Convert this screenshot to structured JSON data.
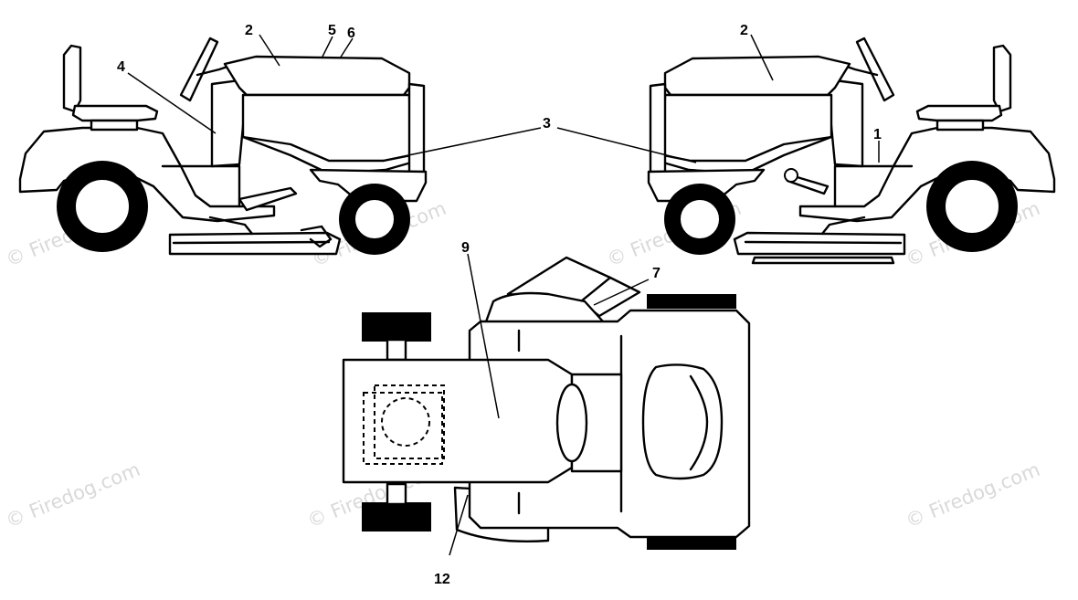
{
  "watermark": "© Firedog.com",
  "callouts": {
    "c1": "1",
    "c2_left": "2",
    "c2_right": "2",
    "c3": "3",
    "c4": "4",
    "c5": "5",
    "c6": "6",
    "c7": "7",
    "c9": "9",
    "c12": "12"
  }
}
